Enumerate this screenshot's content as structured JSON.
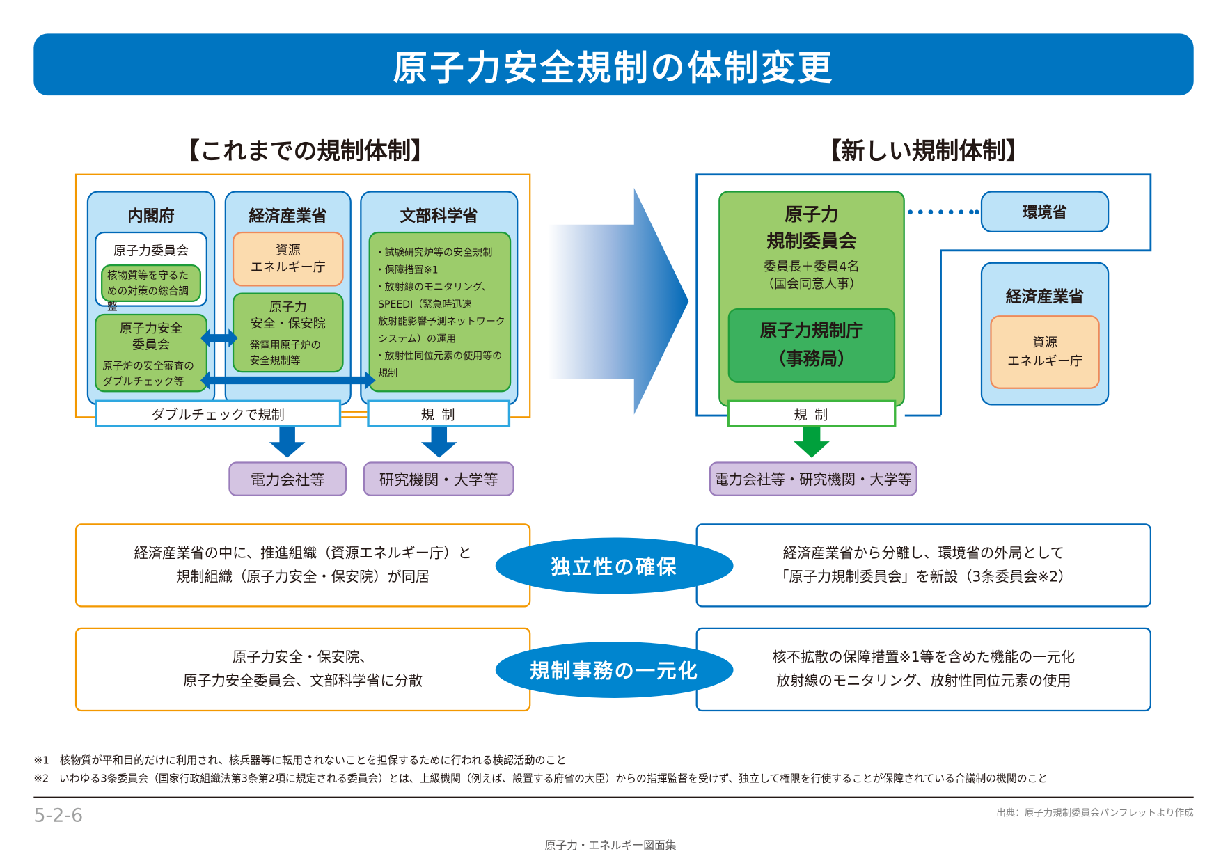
{
  "title": "原子力安全規制の体制変更",
  "old_system": {
    "heading": "【これまでの規制体制】",
    "cabinet": {
      "name": "内閣府",
      "aec": {
        "name": "原子力委員会",
        "desc": "核物質等を守るための対策の総合調整"
      },
      "nsc": {
        "name_line1": "原子力安全",
        "name_line2": "委員会",
        "desc_line1": "原子炉の安全審査の",
        "desc_line2": "ダブルチェック等"
      }
    },
    "meti": {
      "name": "経済産業省",
      "anre": {
        "line1": "資源",
        "line2": "エネルギー庁"
      },
      "nisa": {
        "name_line1": "原子力",
        "name_line2": "安全・保安院",
        "desc_line1": "発電用原子炉の",
        "desc_line2": "安全規制等"
      }
    },
    "mext": {
      "name": "文部科学省",
      "items": [
        "・試験研究炉等の安全規制",
        "・保障措置※1",
        "・放射線のモニタリング、",
        "SPEEDI（緊急時迅速",
        "放射能影響予測ネットワーク",
        "システム）の運用",
        "・放射性同位元素の使用等の",
        "規制"
      ]
    },
    "double_check_label": "ダブルチェックで規制",
    "regulation_label": "規 制",
    "targets": [
      "電力会社等",
      "研究機関・大学等"
    ]
  },
  "new_system": {
    "heading": "【新しい規制体制】",
    "nra": {
      "name_line1": "原子力",
      "name_line2": "規制委員会",
      "members": "委員長＋委員4名",
      "appointment": "（国会同意人事）",
      "secretariat_line1": "原子力規制庁",
      "secretariat_line2": "（事務局）"
    },
    "moe": "環境省",
    "meti": {
      "name": "経済産業省",
      "anre_line1": "資源",
      "anre_line2": "エネルギー庁"
    },
    "regulation_label": "規 制",
    "target": "電力会社等・研究機関・大学等"
  },
  "comparisons": [
    {
      "label": "独立性の確保",
      "old_lines": [
        "経済産業省の中に、推進組織（資源エネルギー庁）と",
        "規制組織（原子力安全・保安院）が同居"
      ],
      "new_lines": [
        "経済産業省から分離し、環境省の外局として",
        "「原子力規制委員会」を新設（3条委員会※2）"
      ]
    },
    {
      "label": "規制事務の一元化",
      "old_lines": [
        "原子力安全・保安院、",
        "原子力安全委員会、文部科学省に分散"
      ],
      "new_lines": [
        "核不拡散の保障措置※1等を含めた機能の一元化",
        "放射線のモニタリング、放射性同位元素の使用"
      ]
    }
  ],
  "footnotes": [
    "※1　核物質が平和目的だけに利用され、核兵器等に転用されないことを担保するために行われる検認活動のこと",
    "※2　いわゆる3条委員会（国家行政組織法第3条第2項に規定される委員会）とは、上級機関（例えば、設置する府省の大臣）からの指揮監督を受けず、独立して権限を行使することが保障されている合議制の機関のこと"
  ],
  "page_number": "5-2-6",
  "source": "出典：原子力規制委員会パンフレットより作成",
  "publication": "原子力・エネルギー図面集",
  "colors": {
    "title_blue": "#0075c1",
    "old_frame_orange": "#f39800",
    "new_frame_blue": "#0068b7",
    "ministry_lightblue": "#bde3f8",
    "green": "#9ccc6b",
    "dark_green": "#3bb15e",
    "orange_fill": "#fbdbae",
    "purple_fill": "#d4c4e2"
  }
}
